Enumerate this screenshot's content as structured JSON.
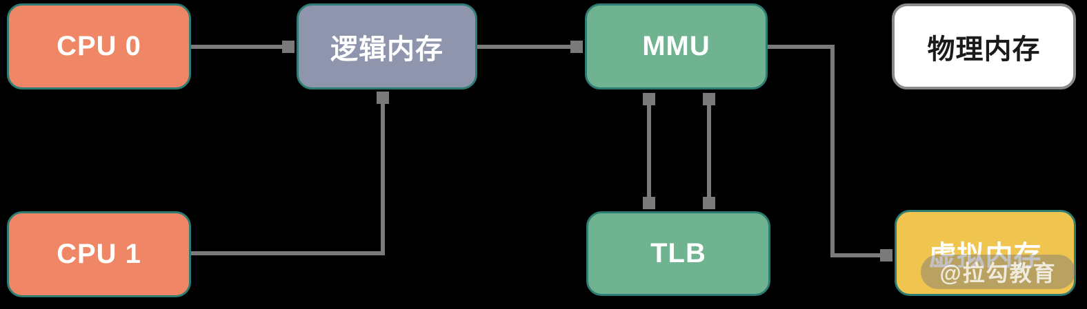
{
  "diagram": {
    "nodes": {
      "cpu0": {
        "label": "CPU 0"
      },
      "logical_memory": {
        "label": "逻辑内存"
      },
      "mmu": {
        "label": "MMU"
      },
      "physical_memory": {
        "label": "物理内存"
      },
      "cpu1": {
        "label": "CPU 1"
      },
      "tlb": {
        "label": "TLB"
      },
      "virtual_memory": {
        "label": "虚拟内存"
      }
    },
    "edges": [
      {
        "from": "CPU 0",
        "to": "逻辑内存",
        "direction": "one-way"
      },
      {
        "from": "CPU 1",
        "to": "逻辑内存",
        "direction": "one-way"
      },
      {
        "from": "逻辑内存",
        "to": "MMU",
        "direction": "one-way"
      },
      {
        "from": "MMU",
        "to": "TLB",
        "direction": "two-way"
      },
      {
        "from": "MMU",
        "to": "TLB",
        "direction": "two-way"
      },
      {
        "from": "MMU",
        "to": "虚拟内存",
        "direction": "one-way"
      }
    ],
    "watermark": {
      "label": "@拉勾教育"
    },
    "colors": {
      "background": "#000000",
      "cpu_fill": "#EF8766",
      "logical_memory_fill": "#9095AE",
      "mmu_tlb_fill": "#6FB391",
      "physical_memory_fill": "#FFFFFF",
      "physical_memory_border": "#8A8A8A",
      "virtual_memory_fill": "#EFC44F",
      "node_border": "#2E7D74",
      "arrow": "#7A7A7A"
    }
  }
}
